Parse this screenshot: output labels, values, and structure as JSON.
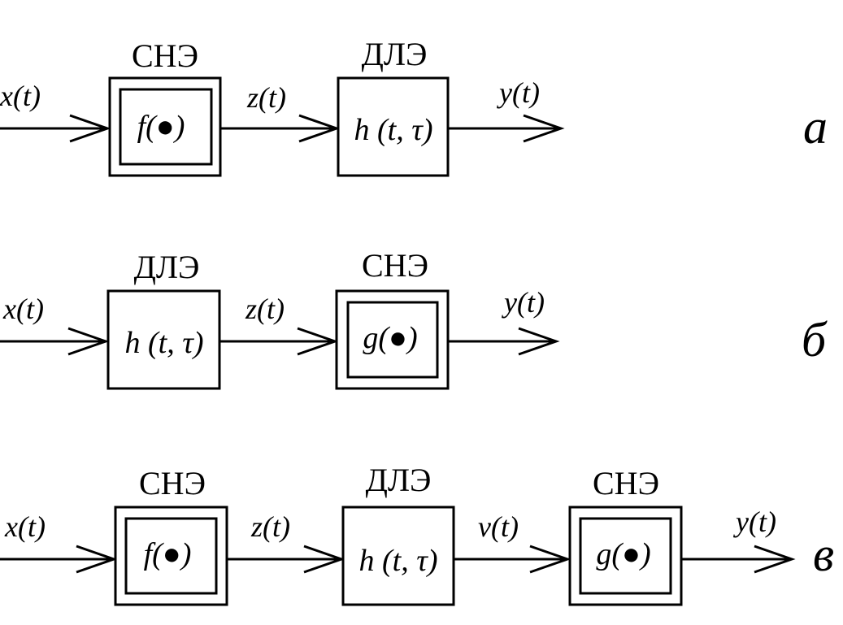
{
  "diagrams": [
    {
      "id": "a",
      "letter": "а",
      "input_signal": "x(t)",
      "mid_signals": [
        "z(t)"
      ],
      "output_signal": "y(t)",
      "blocks": [
        {
          "type": "СНЭ",
          "fn": "f(●)",
          "kind": "nonlinear"
        },
        {
          "type": "ДЛЭ",
          "fn": "h (t,  τ)",
          "kind": "linear"
        }
      ]
    },
    {
      "id": "b",
      "letter": "б",
      "input_signal": "x(t)",
      "mid_signals": [
        "z(t)"
      ],
      "output_signal": "y(t)",
      "blocks": [
        {
          "type": "ДЛЭ",
          "fn": "h (t,  τ)",
          "kind": "linear"
        },
        {
          "type": "СНЭ",
          "fn": "g(●)",
          "kind": "nonlinear"
        }
      ]
    },
    {
      "id": "c",
      "letter": "в",
      "input_signal": "x(t)",
      "mid_signals": [
        "z(t)",
        "v(t)"
      ],
      "output_signal": "y(t)",
      "blocks": [
        {
          "type": "СНЭ",
          "fn": "f(●)",
          "kind": "nonlinear"
        },
        {
          "type": "ДЛЭ",
          "fn": "h (t,  τ)",
          "kind": "linear"
        },
        {
          "type": "СНЭ",
          "fn": "g(●)",
          "kind": "nonlinear"
        }
      ]
    }
  ]
}
